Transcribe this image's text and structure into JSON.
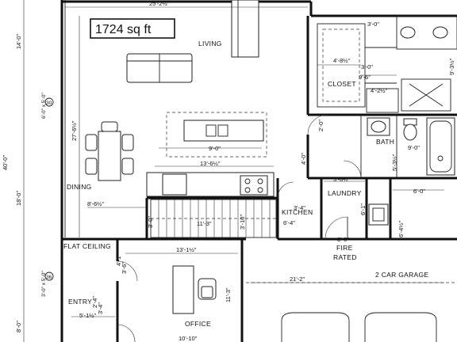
{
  "sqft_label": "1724 sq ft",
  "rooms": {
    "living": "LIVING",
    "dining": "DINING",
    "kitchen": "KITCHEN",
    "closet": "CLOSET",
    "bath": "BATH",
    "laundry": "LAUNDRY",
    "garage": "2 CAR GARAGE",
    "office": "OFFICE",
    "entry": "ENTRY",
    "flat_ceiling": "FLAT CEILING",
    "fire": "FIRE",
    "rated": "RATED"
  },
  "dimensions": {
    "top_width": "25'-2½\"",
    "left_14": "14'-0\"",
    "left_40": "40'-0\"",
    "left_18": "18'-0\"",
    "left_8": "8'-0\"",
    "window_upper": "6'-0\" x 5'-0\"",
    "window_lower": "3'-0\" x 5'-0\"",
    "living_depth": "27'-6½\"",
    "closet_w": "4'-8½\"",
    "closet_w2": "9'-6\"",
    "closet_small": "4'-2½\"",
    "bath_depth": "9'-3½\"",
    "bath_w": "9'-0\"",
    "bath_side": "5'-3½\"",
    "island": "9'-0\"",
    "kitchen_w": "13'-6½\"",
    "kitchen_v": "4'-0\"",
    "hall_w": "3'-8½\"",
    "kitchen_small": "3'-4\"",
    "kitchen_small2": "6'-4\"",
    "stair_len": "11'-3\"",
    "stair_w": "3'-10\"",
    "dining_w": "8'-6½\"",
    "garage_6": "6'-0\"",
    "garage_side": "6'-4½\"",
    "garage_w": "21'-2\"",
    "office_w": "13'-1½\"",
    "office_w2": "10'-10\"",
    "office_h": "11'-3\"",
    "entry_w": "5'-1½\"",
    "entry_v": "3'-4\"",
    "small_30": "3'-0\"",
    "small_20": "2'-0\"",
    "small_36": "3'-6\"",
    "small_61": "6'-1\"",
    "small_41": "4'-1\"",
    "small_24": "2'-4\"",
    "small_30b": "3'-0\"",
    "door_30": "3'-0\"",
    "top_small": "3'-0\""
  },
  "markers": {
    "m30": "30",
    "m36": "36"
  }
}
